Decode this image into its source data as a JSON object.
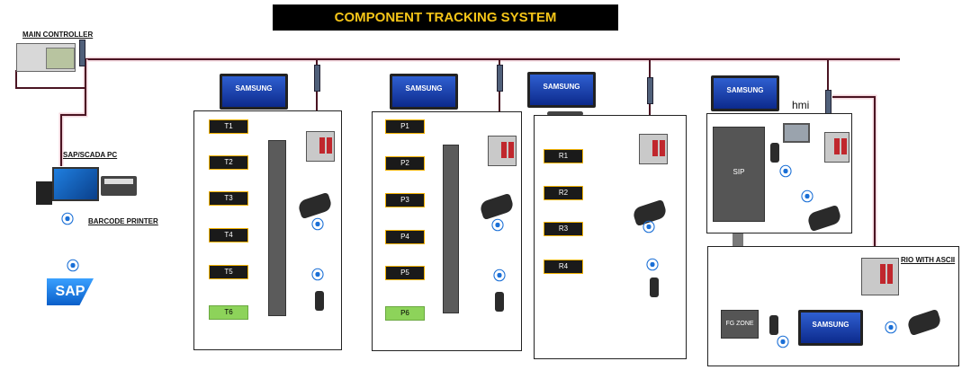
{
  "title": "COMPONENT TRACKING SYSTEM",
  "labels": {
    "main_controller": "MAIN CONTROLLER",
    "sap_pc": "SAP/SCADA PC",
    "barcode_printer": "BARCODE PRINTER",
    "hmi": "hmi",
    "rio_with_asci": "RIO WITH ASCII",
    "tv_brand": "SAMSUNG",
    "sip": "SIP",
    "fg_zone": "FG ZONE",
    "sap_logo": "SAP"
  },
  "zones": {
    "t": [
      "T1",
      "T2",
      "T3",
      "T4",
      "T5",
      "T6"
    ],
    "p": [
      "P1",
      "P2",
      "P3",
      "P4",
      "P5",
      "P6"
    ],
    "r": [
      "R1",
      "R2",
      "R3",
      "R4"
    ]
  },
  "colors": {
    "title_bg": "#000000",
    "title_text": "#f5c518",
    "slot_border": "#f0b000",
    "slot_active": "#8dd35a",
    "network_line": "#5a1a2a",
    "signal_line": "#f5a623",
    "wifi": "#1a6fd6"
  }
}
